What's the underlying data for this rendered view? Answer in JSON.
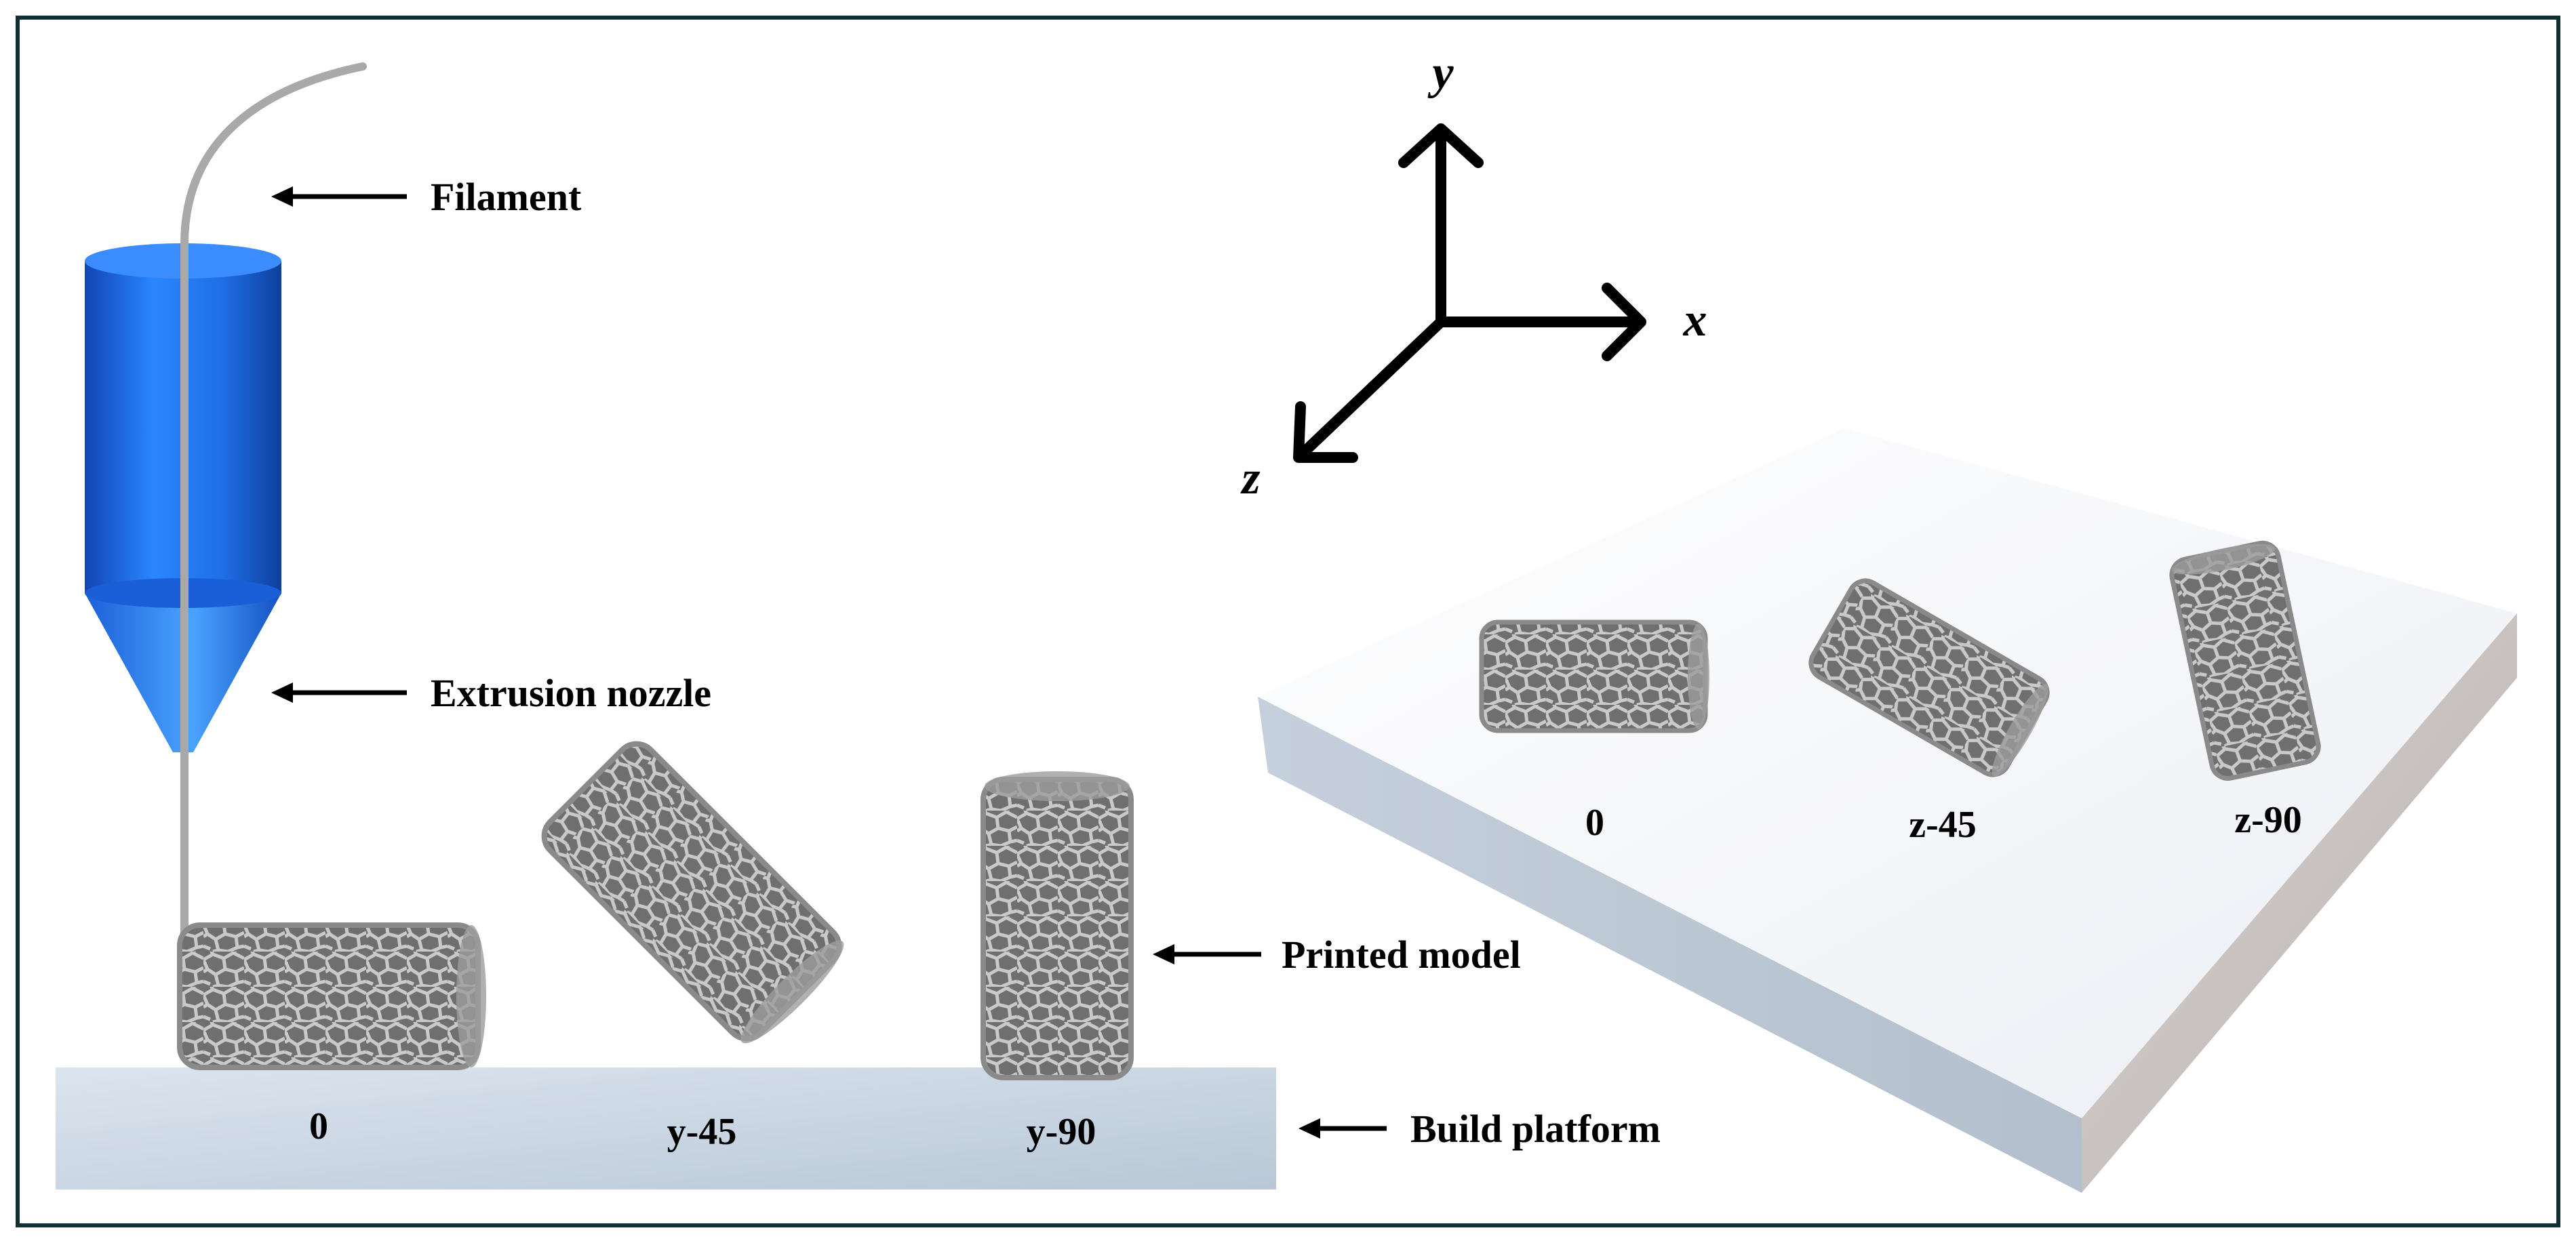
{
  "figure": {
    "callouts": {
      "filament": "Filament",
      "nozzle": "Extrusion nozzle",
      "printed_model": "Printed model",
      "build_platform": "Build platform"
    },
    "left_orientations": [
      "0",
      "y-45",
      "y-90"
    ],
    "right_orientations": [
      "0",
      "z-45",
      "z-90"
    ],
    "axes": {
      "x": "x",
      "y": "y",
      "z": "z"
    }
  },
  "colors": {
    "frame": "#0f2f33",
    "nozzle_blue": "#1f6fe6",
    "filament_gray": "#a9a9a9",
    "platform_fill": "#cfdbe6",
    "model_gray": "#8a8a8a",
    "slab_top": "#f4f5f9"
  },
  "icons": [
    "extruder-nozzle-icon",
    "filament-icon",
    "lattice-cylinder-icon",
    "coordinate-axes-icon"
  ]
}
